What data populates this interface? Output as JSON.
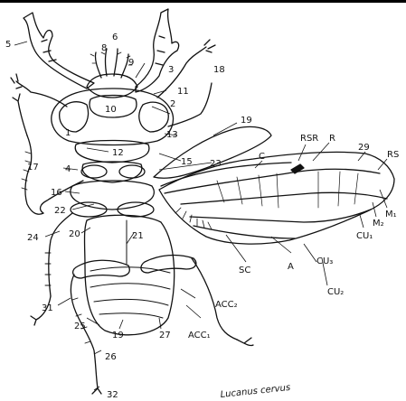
{
  "figure": {
    "caption": "Lucanus cervus",
    "labels": {
      "n5": "5",
      "n6": "6",
      "n8": "8",
      "n9": "9",
      "n2": "2",
      "n3": "3",
      "n18": "18",
      "n11": "11",
      "n10": "10",
      "n1": "1",
      "n13": "13",
      "n12": "12",
      "n19a": "19",
      "n17": "17",
      "n4": "4",
      "n15": "15",
      "n23": "23",
      "n16": "16",
      "n22": "22",
      "n24": "24",
      "n20": "20",
      "n21": "21",
      "n31": "31",
      "n25": "25",
      "n19b": "19",
      "n27": "27",
      "n26": "26",
      "n32": "32",
      "n29": "29",
      "RSR": "RSR",
      "R": "R",
      "RS": "RS",
      "C": "C",
      "M1": "M₁",
      "M2": "M₂",
      "CU1": "CU₁",
      "CU2": "CU₂",
      "CU3": "CU₃",
      "SC": "SC",
      "A": "A",
      "ACC2": "ACC₂",
      "ACC1": "ACC₁"
    }
  }
}
